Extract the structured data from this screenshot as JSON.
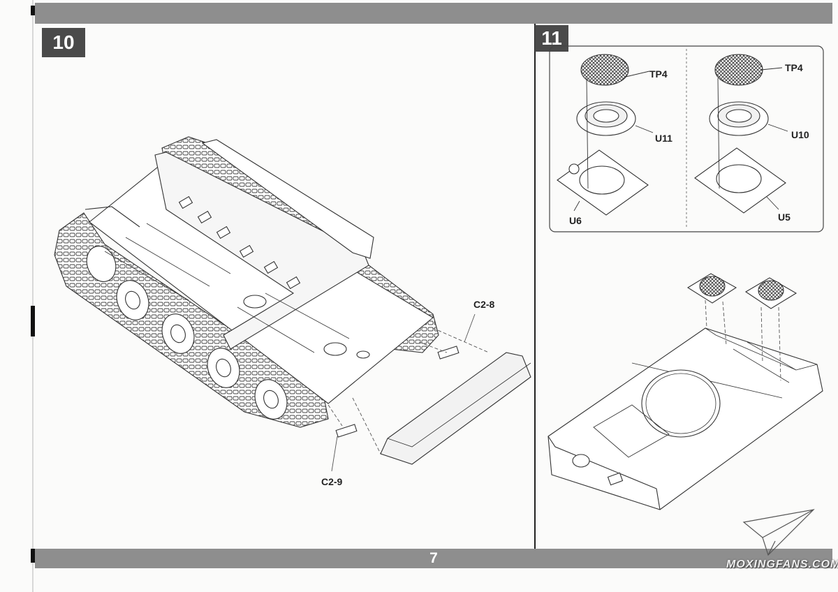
{
  "page_number": "7",
  "steps": [
    {
      "number": "10",
      "labels": {
        "part_a": "C2-8",
        "part_b": "C2-9"
      }
    },
    {
      "number": "11",
      "labels": {
        "mesh_left": "TP4",
        "mesh_right": "TP4",
        "ring_left": "U11",
        "ring_right": "U10",
        "plate_left": "U6",
        "plate_right": "U5"
      }
    }
  ],
  "watermark": "MOXINGFANS.COM"
}
